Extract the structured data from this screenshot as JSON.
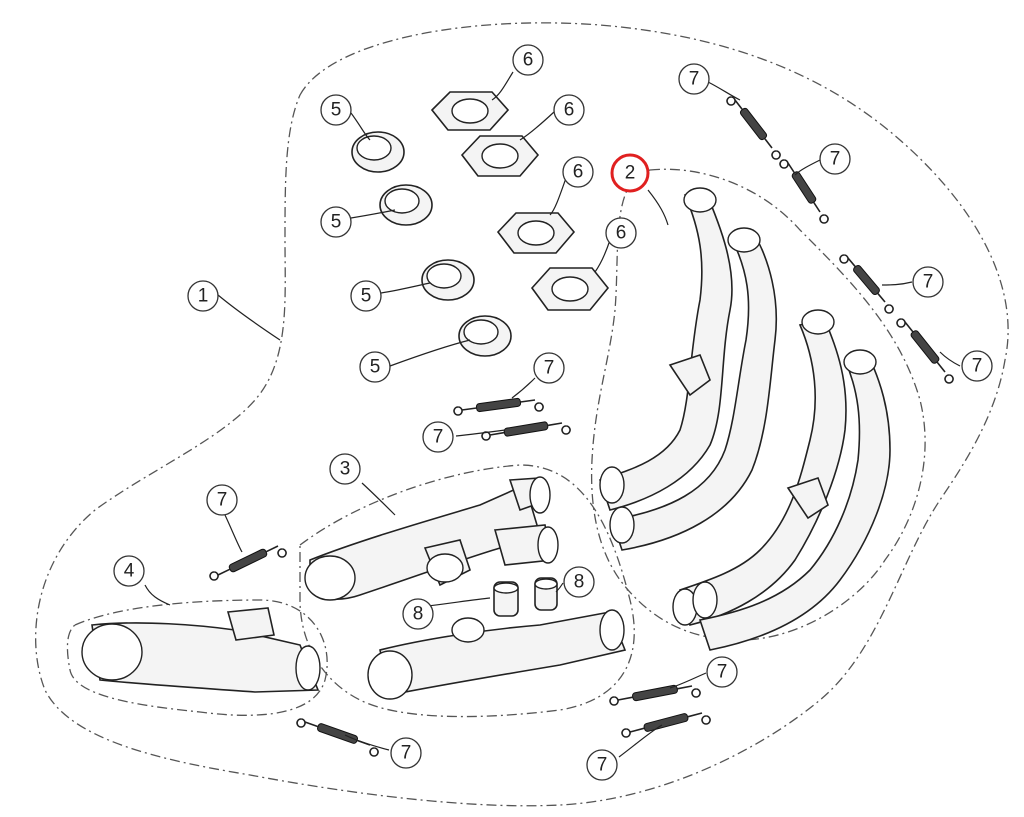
{
  "callouts": {
    "c1": "1",
    "c2": "2",
    "c3": "3",
    "c4": "4",
    "c5a": "5",
    "c5b": "5",
    "c5c": "5",
    "c5d": "5",
    "c6a": "6",
    "c6b": "6",
    "c6c": "6",
    "c6d": "6",
    "c7a": "7",
    "c7b": "7",
    "c7c": "7",
    "c7d": "7",
    "c7e": "7",
    "c7f": "7",
    "c7g": "7",
    "c7h": "7",
    "c7i": "7",
    "c7j": "7",
    "c8a": "8",
    "c8b": "8"
  },
  "colors": {
    "highlight": "#e02020",
    "line": "#222222"
  }
}
